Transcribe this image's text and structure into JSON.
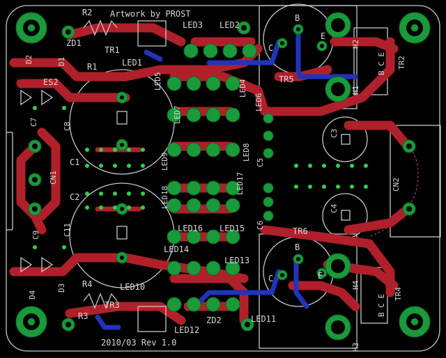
{
  "board": {
    "title": "Artwork by PROST",
    "revision": "2010/03 Rev 1.0"
  },
  "labels": {
    "r2": "R2",
    "r1": "R1",
    "zd1": "ZD1",
    "tr1": "TR1",
    "led1": "LED1",
    "d2": "D2",
    "d1": "D1",
    "es2": "ES2",
    "c7": "C7",
    "c8": "C8",
    "c1": "C1",
    "c2": "C2",
    "cn1": "CN1",
    "c9": "C9",
    "c11": "C11",
    "d3": "D3",
    "d4": "D4",
    "r4": "R4",
    "r3": "R3",
    "tr3": "TR3",
    "led10": "LED10",
    "led12": "LED12",
    "zd2": "ZD2",
    "led11": "LED11",
    "led3": "LED3",
    "led2": "LED2",
    "led5": "LED5",
    "led4": "LED4",
    "led6": "LED6",
    "led7": "LED7",
    "led8": "LED8",
    "led9": "LED9",
    "led17": "LED17",
    "led18": "LED18",
    "led16": "LED16",
    "led15": "LED15",
    "led14": "LED14",
    "led13": "LED13",
    "c5": "C5",
    "c6": "C6",
    "c3": "C3",
    "c4": "C4",
    "cn2": "CN2",
    "tr5": "TR5",
    "tr6": "TR6",
    "h1": "H1",
    "h2": "H2",
    "h3": "H3",
    "h4": "H4",
    "tr2": "TR2",
    "tr4": "TR4",
    "pin_b": "B",
    "pin_c": "C",
    "pin_e": "E",
    "bce": "B C E"
  }
}
